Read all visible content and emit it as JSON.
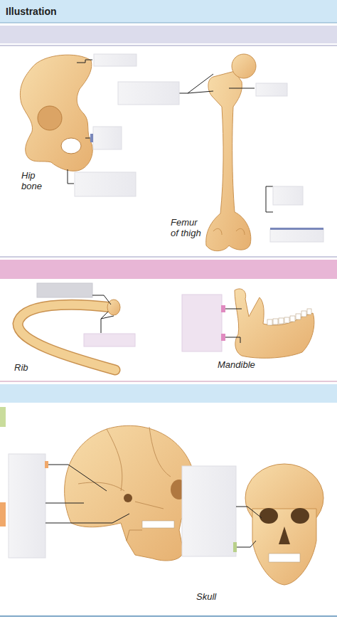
{
  "diagram": {
    "title": "Illustration",
    "labels": [
      "Hip bone",
      "Femur of thigh",
      "Rib",
      "Mandible",
      "Skull"
    ]
  }
}
